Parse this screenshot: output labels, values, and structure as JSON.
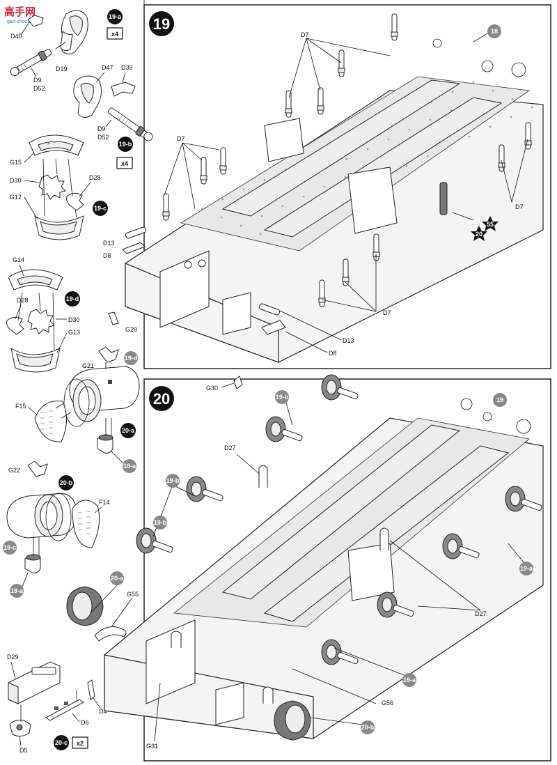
{
  "watermark": {
    "chars": "高手网",
    "url": "gao-shou.com"
  },
  "steps": {
    "s19": {
      "number": "19"
    },
    "s20": {
      "number": "20"
    }
  },
  "badges": {
    "b19a": "19-a",
    "b19b": "19-b",
    "b19c": "19-c",
    "b19d": "19-d",
    "b20a": "20-a",
    "b20b": "20-b",
    "b20c": "20-c",
    "b18a": "18-a",
    "b18": "18",
    "b19": "19",
    "b55": "55",
    "b20": "20",
    "x4": "x4",
    "x2": "x2"
  },
  "left_labels": {
    "d40": "D40",
    "d19": "D19",
    "d9": "D9",
    "d52": "D52",
    "d47": "D47",
    "d39": "D39",
    "d9b": "D9",
    "d52b": "D52",
    "g15": "G15",
    "d30": "D30",
    "d28": "D28",
    "g12": "G12",
    "g14": "G14",
    "d28b": "D28",
    "d30b": "D30",
    "g13": "G13",
    "g21": "G21",
    "f15": "F15",
    "g22": "G22",
    "f14": "F14",
    "d29": "D29",
    "d4": "D4",
    "d6": "D6",
    "d5": "D5"
  },
  "step19_labels": {
    "d7a": "D7",
    "d7b": "D7",
    "d7c": "D7",
    "d7d": "D7",
    "d13": "D13",
    "d8": "D8",
    "g29": "G29",
    "d13b": "D13",
    "d8b": "D8",
    "g30": "G30"
  },
  "step20_labels": {
    "d27": "D27",
    "g55": "G55",
    "d27b": "D27",
    "g56": "G56",
    "g31": "G31",
    "r19b1": "19-b",
    "r19b2": "19-b",
    "r19b3": "19-b",
    "r19a1": "19-a",
    "r19a2": "19-a",
    "r20a": "20-a",
    "r20b": "20-b"
  },
  "colors": {
    "ink": "#111111",
    "badge": "#111111",
    "ring": "#888888",
    "paper": "#ffffff"
  }
}
